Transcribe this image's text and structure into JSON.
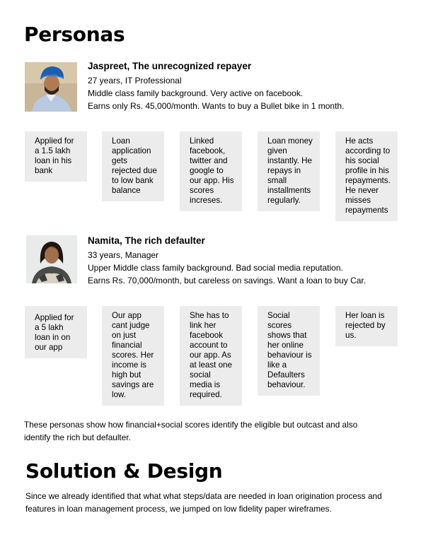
{
  "section1": {
    "title": "Personas"
  },
  "persona1": {
    "name": "Jaspreet, The unrecognized repayer",
    "details": [
      "27 years, IT Professional",
      "Middle class family background. Very active on facebook.",
      "Earns only Rs. 45,000/month. Wants to buy a Bullet bike in 1 month."
    ],
    "cards": [
      "Applied for a 1.5 lakh loan in his bank",
      "Loan application gets rejected due to low bank balance",
      "Linked facebook, twitter and google to our app. His scores increses.",
      "Loan money given instantly. He repays in small installments regularly.",
      "He acts according to his social profile in his repayments. He never misses repayments"
    ]
  },
  "persona2": {
    "name": "Namita, The rich defaulter",
    "details": [
      "33 years, Manager",
      "Upper Middle class family background. Bad social media reputation.",
      "Earns Rs. 70,000/month, but careless on savings. Want a loan to buy Car."
    ],
    "cards": [
      "Applied for a 5 lakh loan in on our app",
      "Our app cant judge on just financial scores. Her income is high but savings are low.",
      "She has to link her facebook account to our app. As at least one social media is required.",
      "Social scores shows that her online behaviour is like a Defaulters behaviour.",
      "Her loan is rejected by us."
    ]
  },
  "summary": "These personas show how financial+social scores identify the eligible but outcast  and also identify the rich but defaulter.",
  "section2": {
    "title": "Solution & Design",
    "body": "Since we already identified that what what steps/data are needed in loan origination process and features in loan management process, we jumped on low fidelity paper wireframes."
  }
}
